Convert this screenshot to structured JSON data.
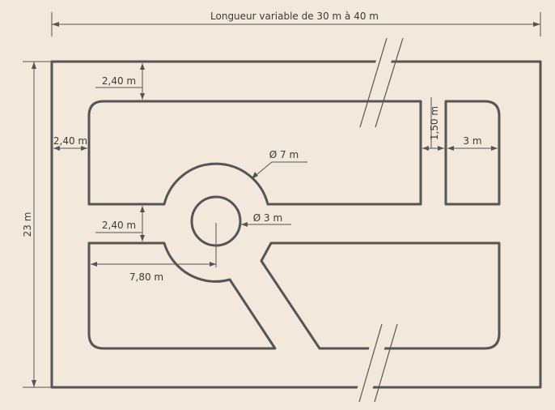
{
  "diagram": {
    "overall_length": "Longueur variable de 30 m à 40 m",
    "overall_width": "23 m",
    "gap_top": "2,40 m",
    "gap_left": "2,40 m",
    "gap_middle": "2,40 m",
    "gap_right": "1,50 m",
    "right_block": "3 m",
    "outer_diameter": "Ø 7 m",
    "inner_diameter": "Ø 3 m",
    "offset_length": "7,80 m"
  },
  "colors": {
    "background": "#f2e8dc",
    "line": "#555555",
    "text": "#3a3a3a"
  }
}
